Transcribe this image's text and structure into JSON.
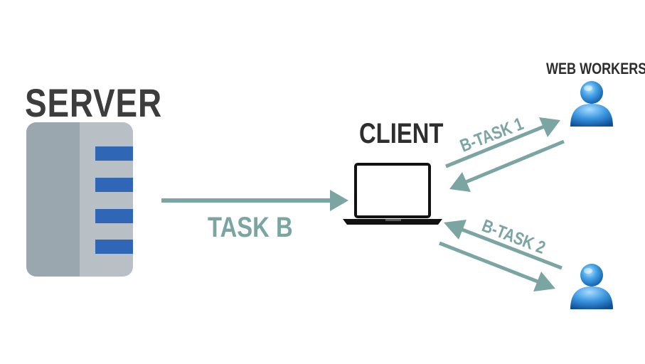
{
  "labels": {
    "server": "SERVER",
    "client": "CLIENT",
    "web_workers": "WEB WORKERS",
    "task_b": "TASK B",
    "b_task_1": "B-TASK 1",
    "b_task_2": "B-TASK 2"
  },
  "colors": {
    "arrow": "#7aa5a3",
    "server_left": "#9aa7ae",
    "server_right": "#b8c0c6",
    "server_slot": "#2f66b5",
    "laptop": "#111111",
    "user_icon": "#2f8fd8",
    "title_text": "#333333"
  },
  "icons": {
    "server": "server-icon",
    "client": "laptop-icon",
    "worker": "user-icon"
  }
}
